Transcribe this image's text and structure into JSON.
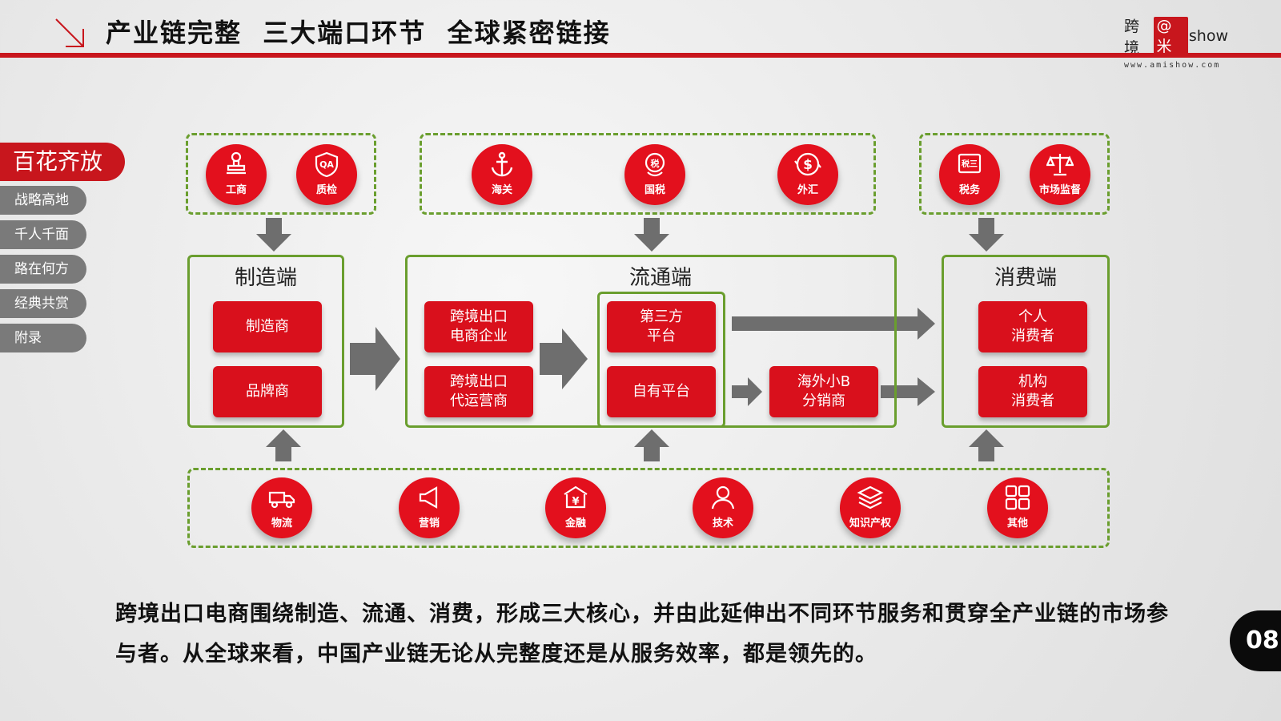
{
  "header": {
    "title": "产业链完整  三大端口环节  全球紧密链接",
    "logo_text_left": "跨境",
    "logo_at": "@米",
    "logo_text_right": "show",
    "logo_url": "www.amishow.com"
  },
  "side_nav": {
    "active": "百花齐放",
    "items": [
      "战略高地",
      "千人千面",
      "路在何方",
      "经典共赏",
      "附录"
    ]
  },
  "diagram": {
    "top_services_left": [
      {
        "label": "工商",
        "icon": "stamp-icon"
      },
      {
        "label": "质检",
        "icon": "qa-shield-icon"
      }
    ],
    "top_services_middle": [
      {
        "label": "海关",
        "icon": "anchor-icon"
      },
      {
        "label": "国税",
        "icon": "tax-icon"
      },
      {
        "label": "外汇",
        "icon": "dollar-exchange-icon"
      }
    ],
    "top_services_right": [
      {
        "label": "税务",
        "icon": "tax-document-icon"
      },
      {
        "label": "市场监督",
        "icon": "scales-icon"
      }
    ],
    "manufacturing": {
      "title": "制造端",
      "items": [
        "制造商",
        "品牌商"
      ]
    },
    "circulation": {
      "title": "流通端",
      "left_items": [
        "跨境出口\n电商企业",
        "跨境出口\n代运营商"
      ],
      "platform_items": [
        "第三方\n平台",
        "自有平台"
      ],
      "distributor": "海外小B\n分销商"
    },
    "consumption": {
      "title": "消费端",
      "items": [
        "个人\n消费者",
        "机构\n消费者"
      ]
    },
    "bottom_services": [
      {
        "label": "物流",
        "icon": "truck-icon"
      },
      {
        "label": "营销",
        "icon": "megaphone-icon"
      },
      {
        "label": "金融",
        "icon": "bank-yuan-icon"
      },
      {
        "label": "技术",
        "icon": "person-tech-icon"
      },
      {
        "label": "知识产权",
        "icon": "layers-icon"
      },
      {
        "label": "其他",
        "icon": "grid-icon"
      }
    ],
    "colors": {
      "accent": "#e3101d",
      "frame": "#6a9e2e",
      "arrow": "#6e6e6e"
    }
  },
  "summary": "跨境出口电商围绕制造、流通、消费，形成三大核心，并由此延伸出不同环节服务和贯穿全产业链的市场参与者。从全球来看，中国产业链无论从完整度还是从服务效率，都是领先的。",
  "page_number": "08"
}
